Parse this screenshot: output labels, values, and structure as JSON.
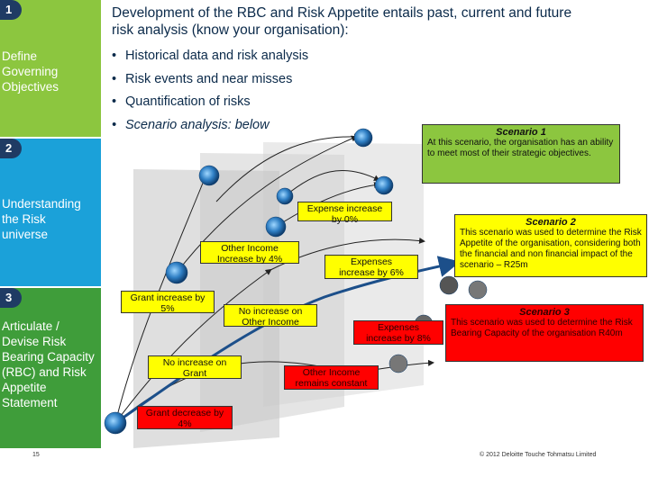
{
  "sidebar": {
    "sections": [
      {
        "number": "1",
        "text_lines": [
          "Define",
          "Governing",
          "Objectives"
        ],
        "color": "#8cc63f"
      },
      {
        "number": "2",
        "text_lines": [
          "Understanding",
          "the Risk",
          "universe"
        ],
        "color": "#1ba1d9"
      },
      {
        "number": "3",
        "text_lines": [
          "Articulate /",
          "Devise Risk",
          "Bearing Capacity",
          "(RBC) and Risk",
          "Appetite",
          "Statement"
        ],
        "color": "#3f9d3a"
      }
    ]
  },
  "header": {
    "title_line1": "Development of the RBC and Risk Appetite entails past, current and future",
    "title_line2": "risk analysis (know your organisation):",
    "bullets": [
      "Historical data and risk analysis",
      "Risk events and near misses",
      "Quantification of risks",
      "Scenario analysis: below"
    ]
  },
  "diagram": {
    "labels": [
      {
        "lines": [
          "Expense increase",
          "by 0%"
        ],
        "color": "yellow"
      },
      {
        "lines": [
          "Other Income",
          "Increase by 4%"
        ],
        "color": "yellow"
      },
      {
        "lines": [
          "Expenses",
          "increase by 6%"
        ],
        "color": "yellow"
      },
      {
        "lines": [
          "Grant increase by",
          "5%"
        ],
        "color": "yellow"
      },
      {
        "lines": [
          "No increase on",
          "Other Income"
        ],
        "color": "yellow"
      },
      {
        "lines": [
          "Expenses",
          "increase by 8%"
        ],
        "color": "red"
      },
      {
        "lines": [
          "No increase on",
          "Grant"
        ],
        "color": "yellow"
      },
      {
        "lines": [
          "Other Income",
          "remains constant"
        ],
        "color": "red"
      },
      {
        "lines": [
          "Grant decrease by",
          "4%"
        ],
        "color": "red"
      }
    ],
    "scenarios": [
      {
        "title": "Scenario 1",
        "text": "At this scenario, the organisation has an ability to meet most of their strategic objectives.",
        "color": "#8cc63f"
      },
      {
        "title": "Scenario 2",
        "text": "This scenario was used to determine the Risk Appetite of the organisation, considering both the financial and non financial impact of the scenario – R25m",
        "color": "#ffff00"
      },
      {
        "title": "Scenario 3",
        "text": "This scenario was used to determine the Risk Bearing Capacity of the organisation R40m",
        "color": "#ff0000"
      }
    ]
  },
  "footer": {
    "page_number": "15",
    "copyright": "© 2012 Deloitte Touche Tohmatsu Limited"
  },
  "colors": {
    "yellow": "#ffff00",
    "red": "#ff0000",
    "title": "#0b2a4a",
    "arrow": "#1c4f8a"
  }
}
